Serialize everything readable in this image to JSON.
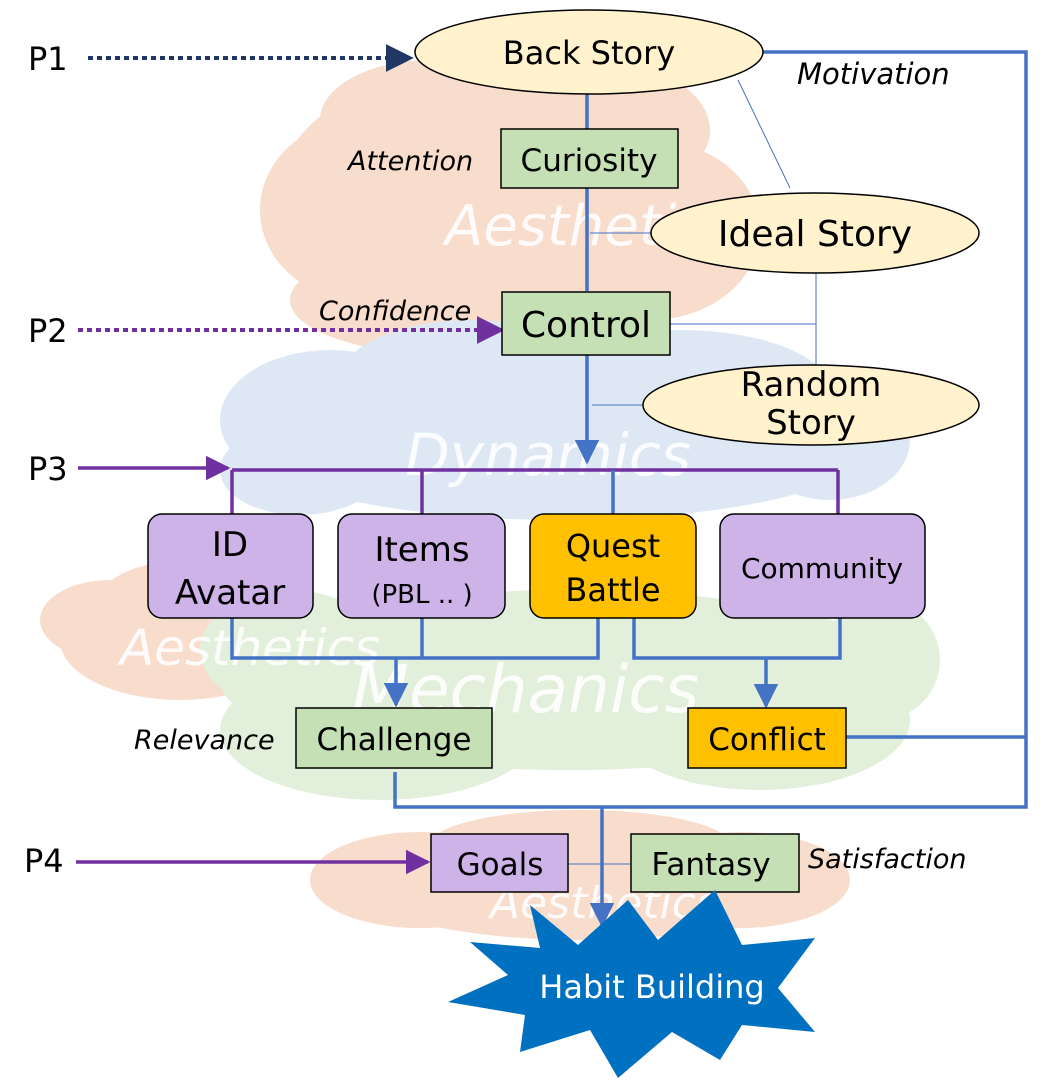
{
  "background_words": {
    "aesthetics_top": "Aesthetics",
    "dynamics": "Dynamics",
    "aesthetics_left": "Aesthetics",
    "mechanics": "Mechanics",
    "aesthetics_bottom": "Aesthetics"
  },
  "phases": {
    "p1": "P1",
    "p2": "P2",
    "p3": "P3",
    "p4": "P4"
  },
  "stories": {
    "back": "Back Story",
    "ideal": "Ideal Story",
    "random_line1": "Random",
    "random_line2": "Story"
  },
  "aesthetic_boxes": {
    "curiosity": "Curiosity",
    "control": "Control",
    "challenge": "Challenge",
    "fantasy": "Fantasy"
  },
  "mechanic_boxes": {
    "id_avatar_line1": "ID",
    "id_avatar_line2": "Avatar",
    "items_line1": "Items",
    "items_line2": "(PBL .. )",
    "quest_line1": "Quest",
    "quest_line2": "Battle",
    "community": "Community",
    "conflict": "Conflict",
    "goals": "Goals"
  },
  "annotations": {
    "motivation": "Motivation",
    "attention": "Attention",
    "confidence": "Confidence",
    "relevance": "Relevance",
    "satisfaction": "Satisfaction"
  },
  "outcome": "Habit Building",
  "colors": {
    "story_fill": "#FFF2CC",
    "aesthetic_box_fill": "#C5E0B4",
    "mechanic_box_fill": "#CDB3E8",
    "highlight_fill": "#FFC000",
    "connector_blue": "#4472C4",
    "connector_purple": "#7030A0",
    "p1_arrow": "#1F3864",
    "cloud_peach": "#F8DCCC",
    "cloud_blue": "#DDE8F4",
    "cloud_green": "#E2EFDA",
    "burst": "#0070C0"
  }
}
